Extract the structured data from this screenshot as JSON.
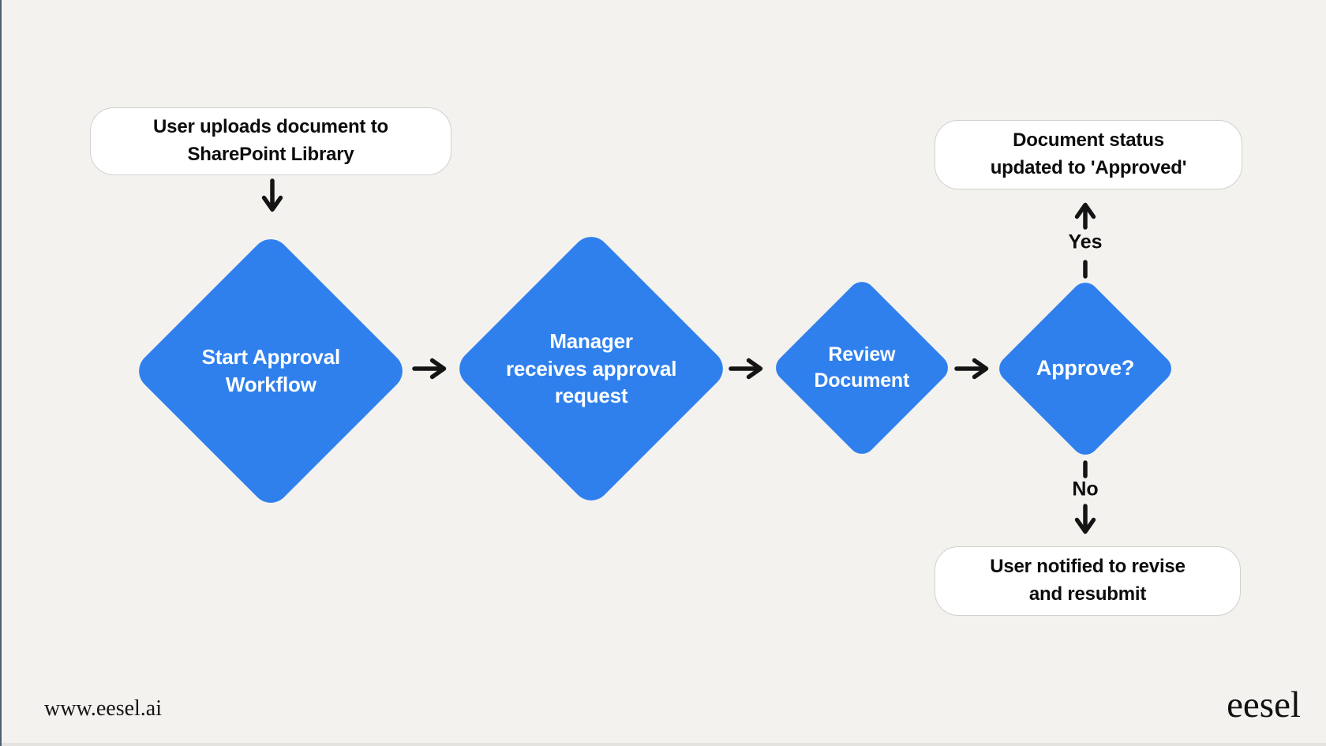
{
  "meta": {
    "background_color": "#f4f2ef",
    "node_blue": "#2f80ed",
    "node_text_color": "#ffffff",
    "terminator_fill": "#ffffff",
    "terminator_border": "#d2d0cc",
    "arrow_color": "#141414",
    "frame_left_color": "#4b6170"
  },
  "flowchart": {
    "nodes": {
      "upload": {
        "type": "terminator",
        "label": "User uploads document to\nSharePoint Library"
      },
      "start_workflow": {
        "type": "diamond",
        "label": "Start Approval\nWorkflow"
      },
      "manager_receives": {
        "type": "diamond",
        "label": "Manager\nreceives approval\nrequest"
      },
      "review_document": {
        "type": "diamond",
        "label": "Review\nDocument"
      },
      "approve": {
        "type": "decision",
        "label": "Approve?"
      },
      "approved_status": {
        "type": "terminator",
        "label": "Document status\nupdated to 'Approved'"
      },
      "notify_revise": {
        "type": "terminator",
        "label": "User notified to revise\nand resubmit"
      }
    },
    "edge_labels": {
      "yes": "Yes",
      "no": "No"
    }
  },
  "footer": {
    "website": "www.eesel.ai",
    "brand": "eesel"
  }
}
